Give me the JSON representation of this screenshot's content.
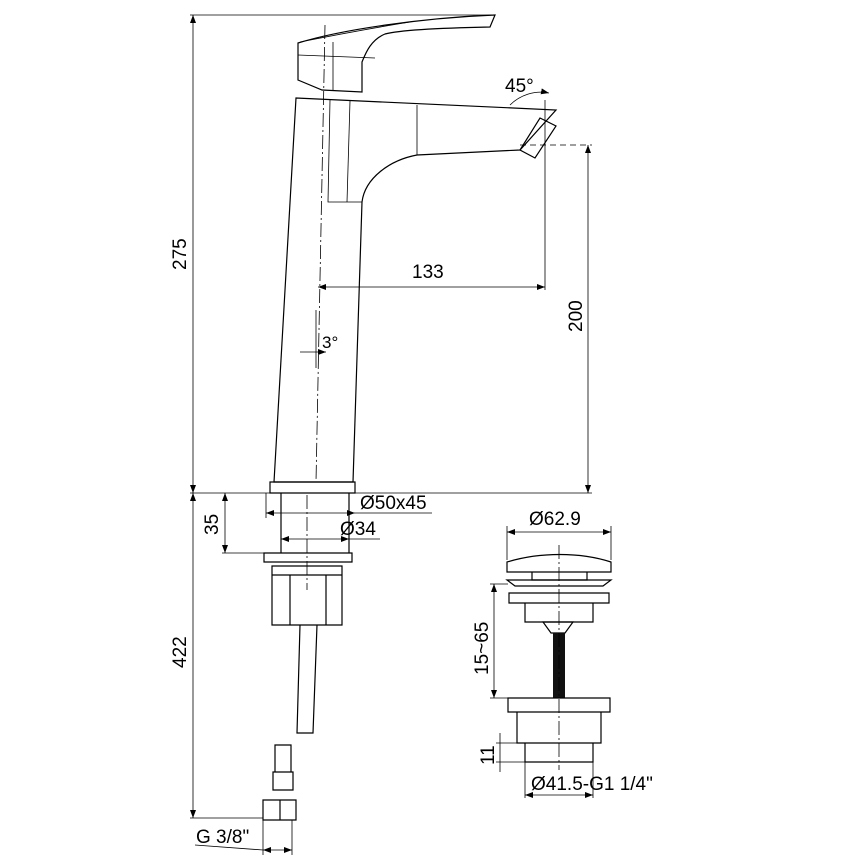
{
  "faucet": {
    "height_total": "275",
    "spout_reach": "133",
    "spout_height": "200",
    "aerator_angle": "45°",
    "body_tilt": "3°",
    "base_ring": "Ø50x45",
    "shank_diameter": "Ø34",
    "mount_depth": "35",
    "hose_length": "422",
    "hose_thread": "G 3/8\""
  },
  "drain": {
    "cap_diameter": "Ø62.9",
    "adjust_range": "15~65",
    "thread_length": "11",
    "thread_spec": "Ø41.5-G1 1/4\""
  }
}
